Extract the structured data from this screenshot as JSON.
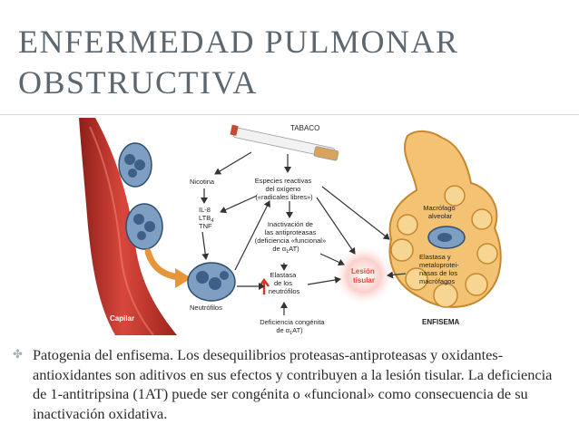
{
  "slide": {
    "title": "ENFERMEDAD PULMONAR\nOBSTRUCTIVA",
    "bullet_icon": "cross-bullet-icon",
    "bullet_text": "Patogenia del enfisema. Los desequilibrios proteasas-antiproteasas y oxidantes-antioxidantes son aditivos en sus efectos y contribuyen a la lesión tisular. La deficiencia de 1-antitripsina (1AT) puede ser congénita o «funcional» como consecuencia de su inactivación oxidativa."
  },
  "figure": {
    "tabaco": "TABACO",
    "nicotina": "Nicotina",
    "especies": [
      "Especies reactivas",
      "del oxígeno",
      "(«radicales libres»)"
    ],
    "mediadores": [
      "IL-8",
      "LTB",
      "TNF"
    ],
    "mediadores_sub": "4",
    "inactivacion": [
      "Inactivación de",
      "las antiproteasas",
      "(deficiencia «funcional»",
      "de α"
    ],
    "alpha_suffix": "AT)",
    "alpha_sub": "1",
    "elastasa_neutrofilos": [
      "Elastasa",
      "de los",
      "neutrófilos"
    ],
    "neutrofilos": "Neutrófilos",
    "capilar": "Capilar",
    "lesion": [
      "Lesión",
      "tisular"
    ],
    "macrofago": [
      "Macrófago",
      "alveolar"
    ],
    "elastasa_macrofagos": [
      "Elastasa y",
      "metaloprotei-",
      "nasas de los",
      "macrófagos"
    ],
    "enfisema": "ENFISEMA",
    "deficiencia": [
      "Deficiencia congénita",
      "de α"
    ],
    "colors": {
      "vessel": "#b8312a",
      "vessel_light": "#e05a4c",
      "cell": "#5b7fa6",
      "lung": "#f0b75a",
      "lung_dark": "#c8872e",
      "arrow": "#333333",
      "up_arrow": "#d23a2e",
      "injury": "#e8453a",
      "title": "#5d6770"
    }
  }
}
